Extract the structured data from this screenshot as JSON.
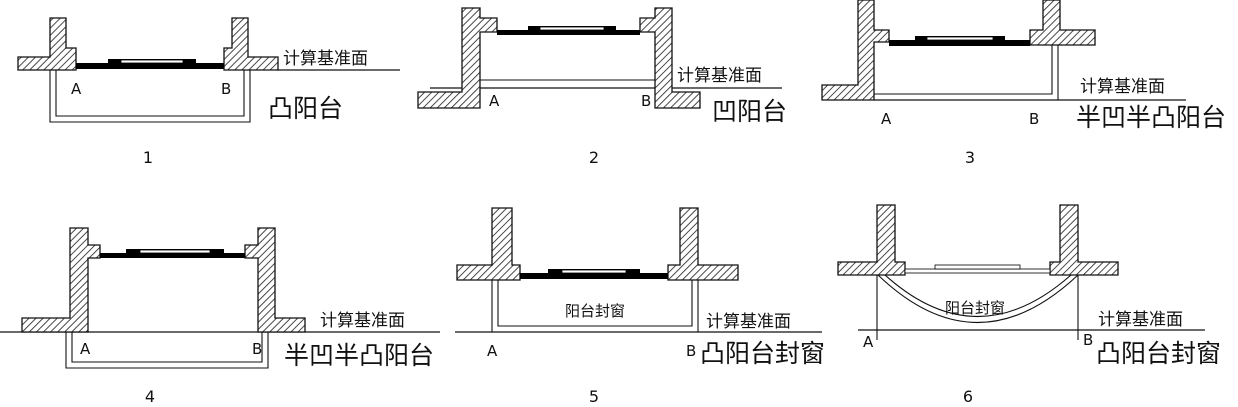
{
  "panels": [
    {
      "number": "1",
      "datum": "计算基准面",
      "point_a": "A",
      "point_b": "B",
      "type_label": "凸阳台"
    },
    {
      "number": "2",
      "datum": "计算基准面",
      "point_a": "A",
      "point_b": "B",
      "type_label": "凹阳台"
    },
    {
      "number": "3",
      "datum": "计算基准面",
      "point_a": "A",
      "point_b": "B",
      "type_label": "半凹半凸阳台"
    },
    {
      "number": "4",
      "datum": "计算基准面",
      "point_a": "A",
      "point_b": "B",
      "type_label": "半凹半凸阳台"
    },
    {
      "number": "5",
      "datum": "计算基准面",
      "point_a": "A",
      "point_b": "B",
      "type_label": "凸阳台封窗",
      "window_label": "阳台封窗"
    },
    {
      "number": "6",
      "datum": "计算基准面",
      "point_a": "A",
      "point_b": "B",
      "type_label": "凸阳台封窗",
      "window_label": "阳台封窗"
    }
  ]
}
